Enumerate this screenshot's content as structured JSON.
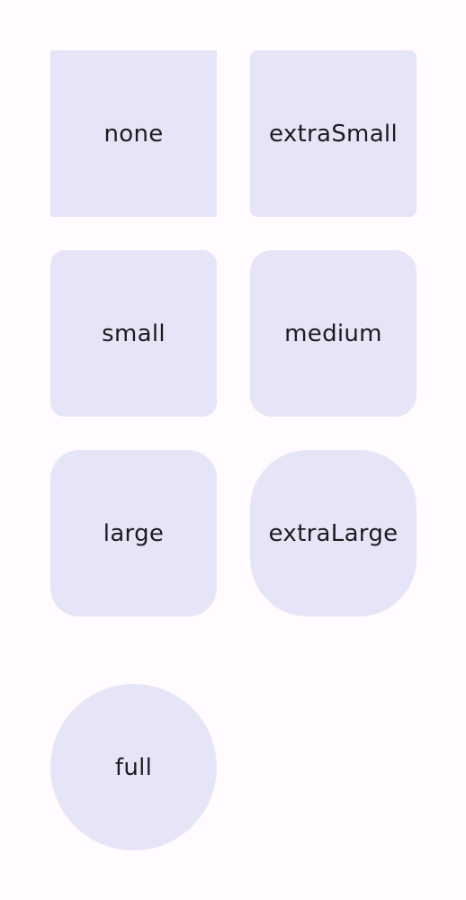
{
  "colors": {
    "background": "#fffbfe",
    "tile_fill": "#e6e5f7",
    "label_text": "#1c1b1f"
  },
  "shapes": [
    {
      "label": "none"
    },
    {
      "label": "extraSmall"
    },
    {
      "label": "small"
    },
    {
      "label": "medium"
    },
    {
      "label": "large"
    },
    {
      "label": "extraLarge"
    },
    {
      "label": "full"
    }
  ]
}
